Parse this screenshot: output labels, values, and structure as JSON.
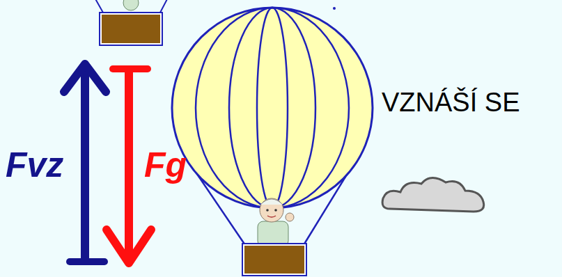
{
  "diagram": {
    "labels": [
      "VZNÁŠÍ SE",
      "Fvz",
      "Fg"
    ]
  }
}
